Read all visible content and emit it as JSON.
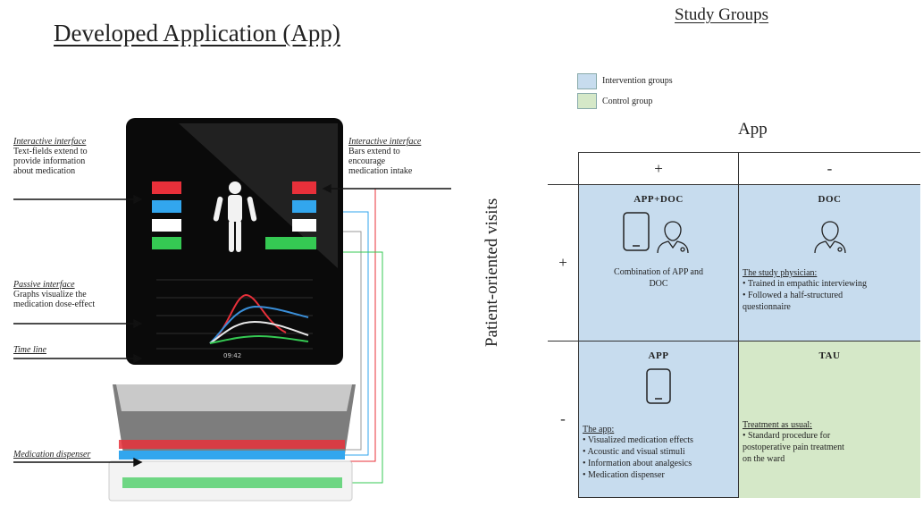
{
  "left_title": "Developed Application (App)",
  "right_title": "Study Groups",
  "annotations": {
    "interactive_left": {
      "title": "Interactive interface",
      "text": "Text-fields extend to\nprovide information\nabout medication"
    },
    "interactive_right": {
      "title": "Interactive interface",
      "text": "Bars extend to\nencourage\nmedication intake"
    },
    "passive": {
      "title": "Passive interface",
      "text": "Graphs visualize the\nmedication dose-effect"
    },
    "timeline": {
      "title": "Time line"
    },
    "dispenser": {
      "title": "Medication dispenser"
    }
  },
  "legend": [
    {
      "label": "Intervention groups",
      "color": "#c7dcee"
    },
    {
      "label": "Control group",
      "color": "#d5e8c8"
    }
  ],
  "matrix": {
    "column_header": "App",
    "row_header": "Patient-oriented visits",
    "col_signs": [
      "+",
      "-"
    ],
    "row_signs": [
      "+",
      "-"
    ],
    "cells": {
      "app_doc": {
        "title": "APP+DOC",
        "text": "Combination of APP and\nDOC",
        "icons": [
          "tablet-icon",
          "doctor-icon"
        ],
        "color": "#c7dcee"
      },
      "doc": {
        "title": "DOC",
        "heading": "The study physician:",
        "items": [
          "Trained in empathic interviewing",
          "Followed a half-structured\nquestionnaire"
        ],
        "icons": [
          "doctor-icon"
        ],
        "color": "#c7dcee"
      },
      "app": {
        "title": "APP",
        "heading": "The app:",
        "items": [
          "Visualized medication effects",
          "Acoustic and visual stimuli",
          "Information about analgesics",
          "Medication dispenser"
        ],
        "icons": [
          "tablet-icon"
        ],
        "color": "#c7dcee"
      },
      "tau": {
        "title": "TAU",
        "heading": "Treatment as usual:",
        "items": [
          "Standard procedure for\npostoperative pain treatment\non the ward"
        ],
        "color": "#d5e8c8"
      }
    }
  },
  "device": {
    "bar_colors": [
      "#e8303a",
      "#32a6ee",
      "#ffffff",
      "#35c953"
    ],
    "curve_colors": [
      "#e8303a",
      "#3a8fd9",
      "#e8e8e8",
      "#35c953"
    ]
  }
}
